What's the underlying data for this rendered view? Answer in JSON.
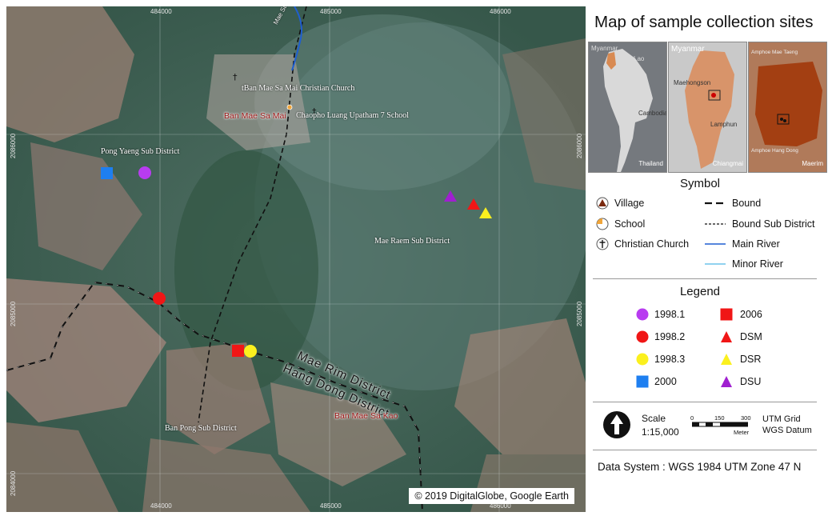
{
  "map": {
    "labels": {
      "church_name": "tBan Mae Sa Mai Christian Church",
      "village_top": "Ban  Mae  Sa  Mai",
      "school_name": "Chaopho Luang Upatham 7 School",
      "pong_yaeng": "Pong Yaeng Sub District",
      "mae_raem": "Mae Raem Sub District",
      "mae_rim_district": "Mae Rim District",
      "hang_dong_district": "Hang Dong District",
      "village_bottom": "Ban Mae Sa Kao",
      "ban_pong": "Ban Pong Sub District",
      "river_label": "Mae Sa Noi"
    },
    "coords": {
      "top_1": "484000",
      "top_2": "485000",
      "top_3": "486000",
      "bottom_1": "484000",
      "bottom_2": "485000",
      "bottom_3": "486000",
      "right_1": "2086000",
      "right_2": "2085000",
      "left_1": "2086000",
      "left_2": "2085000",
      "left_3": "2084000"
    },
    "copyright": "© 2019 DigitalGlobe, Google Earth",
    "markers": [
      {
        "id": "s1998_1",
        "label": "1998.1",
        "shape": "circle",
        "color": "#b83cf0"
      },
      {
        "id": "s2000",
        "label": "2000",
        "shape": "square",
        "color": "#1e7ff0"
      },
      {
        "id": "s1998_2",
        "label": "1998.2",
        "shape": "circle",
        "color": "#f01616"
      },
      {
        "id": "s2006",
        "label": "2006",
        "shape": "square",
        "color": "#f01616"
      },
      {
        "id": "s1998_3",
        "label": "1998.3",
        "shape": "circle",
        "color": "#fbf01e"
      },
      {
        "id": "sdsu",
        "label": "DSU",
        "shape": "triangle",
        "color": "#a020d0"
      },
      {
        "id": "sdsm",
        "label": "DSM",
        "shape": "triangle",
        "color": "#f01616"
      },
      {
        "id": "sdsr",
        "label": "DSR",
        "shape": "triangle",
        "color": "#fbf01e"
      }
    ]
  },
  "panel": {
    "title": "Map of sample collection sites",
    "insets": [
      {
        "caption": "Thailand",
        "top_left": "Myanmar",
        "top_right": "Lao",
        "mid_right": "Cambodia"
      },
      {
        "caption": "Chiangmai",
        "top_left": "Myanmar",
        "mid_left": "Maehongson",
        "mid_right": "Lamphun"
      },
      {
        "caption": "Maerim",
        "top_left": "Amphoe Mae Taeng",
        "mid_right": "Amphoe Hang Dong"
      }
    ],
    "symbol_heading": "Symbol",
    "symbols": {
      "village": "Village",
      "school": "School",
      "church": "Christian Church",
      "bound": "Bound",
      "bound_sub": "Bound Sub District",
      "main_river": "Main River",
      "minor_river": "Minor River"
    },
    "legend_heading": "Legend",
    "legend": {
      "l1998_1": "1998.1",
      "l1998_2": "1998.2",
      "l1998_3": "1998.3",
      "l2000": "2000",
      "l2006": "2006",
      "ldsm": "DSM",
      "ldsr": "DSR",
      "ldsu": "DSU"
    },
    "scale": {
      "label": "Scale",
      "ratio": "1:15,000",
      "tick_0": "0",
      "tick_150": "150",
      "tick_300": "300",
      "unit": "Meter",
      "grid_line1": "UTM  Grid",
      "grid_line2": "WGS  Datum"
    },
    "data_system": "Data System : WGS 1984 UTM Zone 47 N"
  }
}
